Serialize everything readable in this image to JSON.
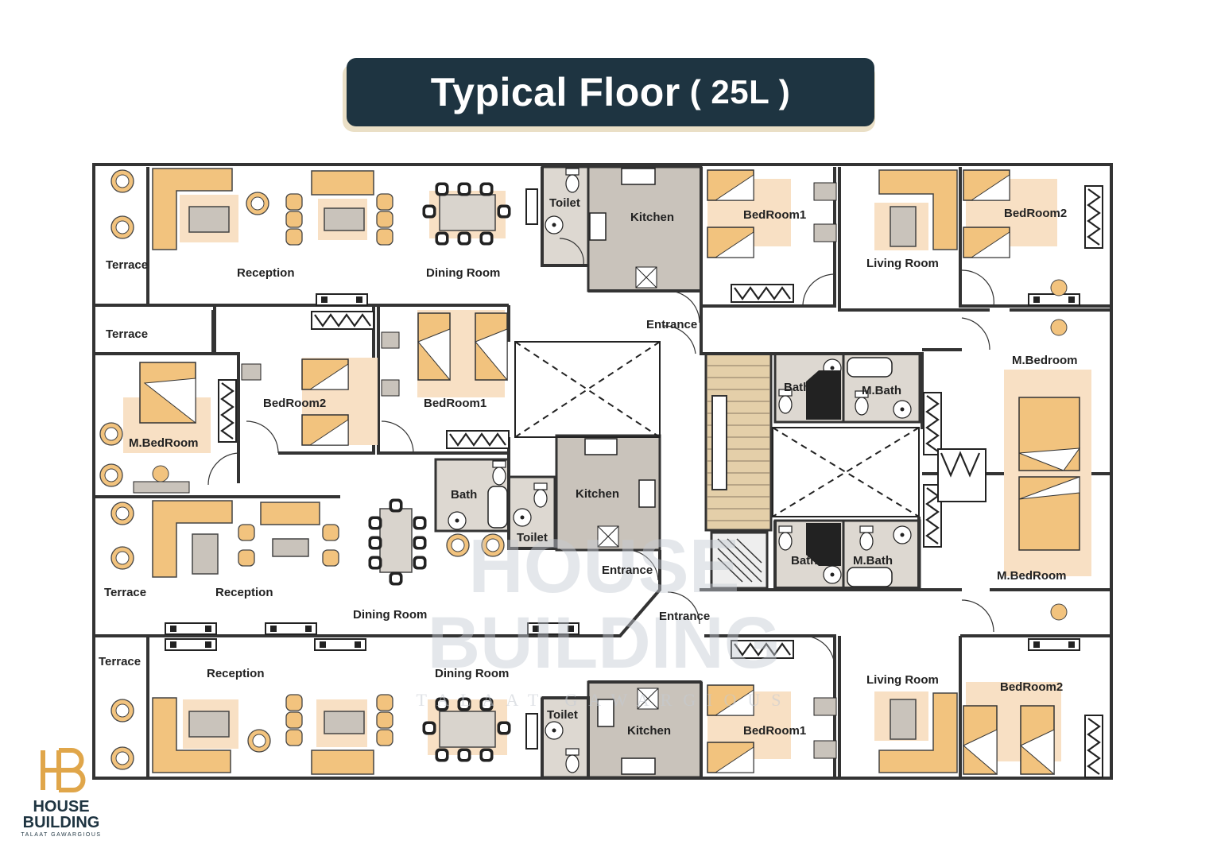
{
  "title": {
    "main": "Typical Floor",
    "sub": "( 25L )"
  },
  "colors": {
    "banner": "#1e3441",
    "furniture": "#f2c37e",
    "rug": "#f8e0c4",
    "tile": "#c9c3bb",
    "wall": "#333333"
  },
  "rooms": [
    {
      "label": "Terrace"
    },
    {
      "label": "Reception"
    },
    {
      "label": "Dining Room"
    },
    {
      "label": "Toilet"
    },
    {
      "label": "Kitchen"
    },
    {
      "label": "BedRoom1"
    },
    {
      "label": "BedRoom2"
    },
    {
      "label": "Living Room"
    },
    {
      "label": "Terrace"
    },
    {
      "label": "BedRoom2"
    },
    {
      "label": "BedRoom1"
    },
    {
      "label": "M.BedRoom"
    },
    {
      "label": "Entrance"
    },
    {
      "label": "Bath"
    },
    {
      "label": "M.Bath"
    },
    {
      "label": "M.Bedroom"
    },
    {
      "label": "Bath"
    },
    {
      "label": "Kitchen"
    },
    {
      "label": "Toilet"
    },
    {
      "label": "Terrace"
    },
    {
      "label": "Reception"
    },
    {
      "label": "Dining Room"
    },
    {
      "label": "Entrance"
    },
    {
      "label": "Bath"
    },
    {
      "label": "M.Bath"
    },
    {
      "label": "M.BedRoom"
    },
    {
      "label": "Entrance"
    },
    {
      "label": "Terrace"
    },
    {
      "label": "Reception"
    },
    {
      "label": "Dining Room"
    },
    {
      "label": "Living Room"
    },
    {
      "label": "BedRoom2"
    },
    {
      "label": "Toilet"
    },
    {
      "label": "Kitchen"
    },
    {
      "label": "BedRoom1"
    }
  ],
  "watermark": {
    "line1": "HOUSE",
    "line2": "BUILDING",
    "line3": "TALAAT GAWARGIOUS"
  },
  "logo": {
    "line1": "HOUSE",
    "line2": "BUILDING",
    "line3": "TALAAT GAWARGIOUS"
  }
}
